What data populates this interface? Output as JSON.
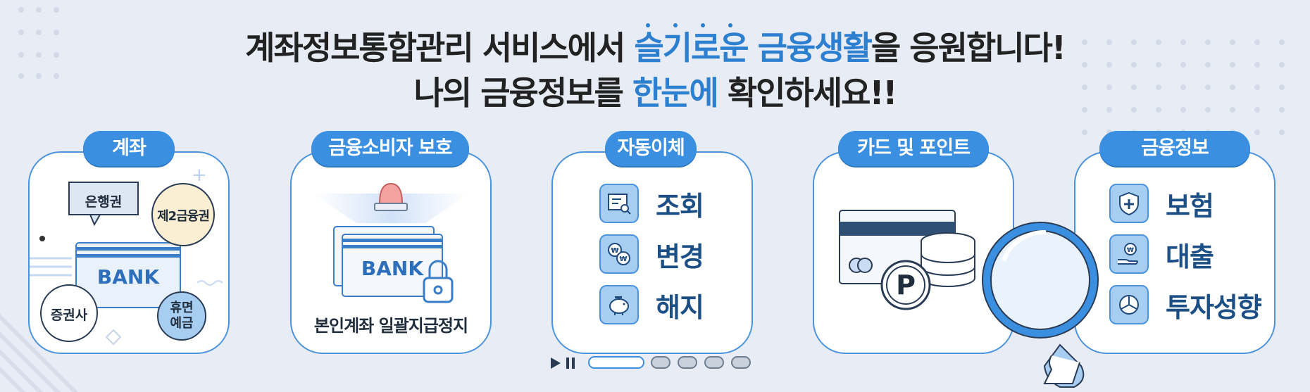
{
  "headline": {
    "line1_a": "계좌정보통합관리 서비스에서 ",
    "line1_hl": "슬기로운 금융생활",
    "line1_b": "을 응원합니다!",
    "line2_a": "나의 금융정보를 ",
    "line2_hl": "한눈에",
    "line2_b": " 확인하세요!!"
  },
  "cards": [
    {
      "title": "계좌",
      "labels": {
        "bank": "은행권",
        "second": "제2금융권",
        "brand": "BANK",
        "securities": "증권사",
        "dormant_l1": "휴면",
        "dormant_l2": "예금"
      }
    },
    {
      "title": "금융소비자 보호",
      "brand": "BANK",
      "caption": "본인계좌 일괄지급정지"
    },
    {
      "title": "자동이체",
      "items": [
        "조회",
        "변경",
        "해지"
      ]
    },
    {
      "title": "카드 및 포인트",
      "point_symbol": "P"
    },
    {
      "title": "금융정보",
      "items": [
        "보험",
        "대출",
        "투자성향"
      ]
    }
  ],
  "carousel": {
    "active_index": 0,
    "count": 5
  },
  "colors": {
    "accent": "#2d7fd0",
    "tab": "#3b8fe0",
    "border": "#4b93dc",
    "icon_bg": "#a7cdf1"
  }
}
